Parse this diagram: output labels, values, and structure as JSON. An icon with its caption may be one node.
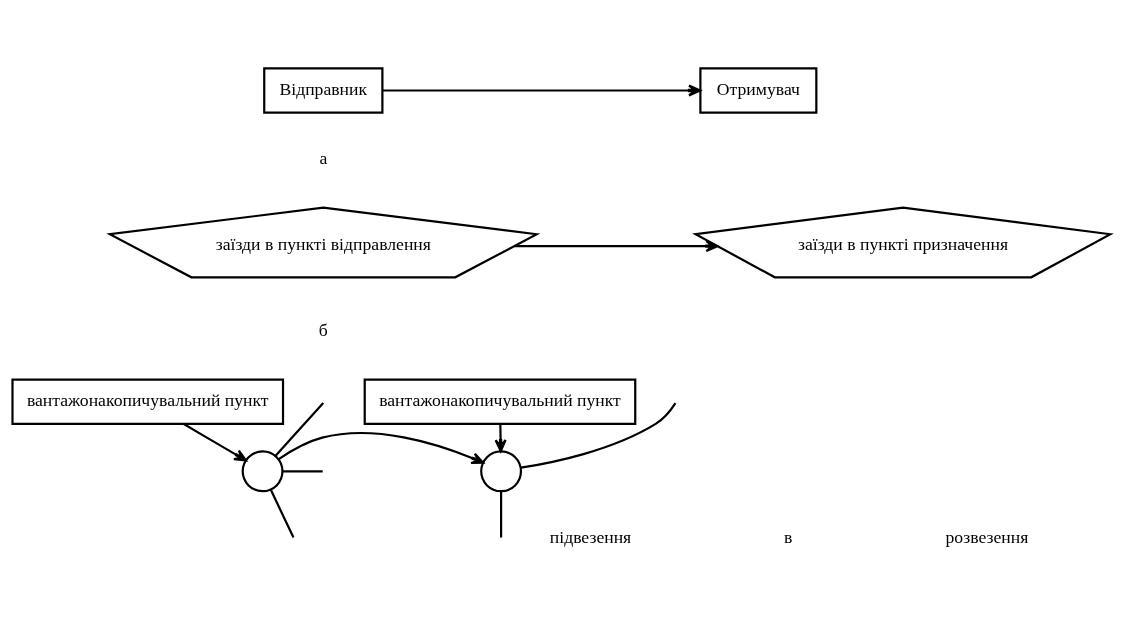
{
  "diagram": {
    "nodes": [
      {
        "text": [
          "Відправник"
        ]
      },
      {
        "text": [
          "Отримувач"
        ]
      },
      {
        "text": [
          "заїзди в пункті відправлення"
        ]
      },
      {
        "text": [
          "заїзди в пункті призначення"
        ]
      },
      {
        "text": [
          "вантажонакопичувальний пункт"
        ]
      },
      {
        "text": [],
        "shape": "circle"
      },
      {
        "text": [
          "вантажонакопичувальний пункт"
        ]
      },
      {
        "text": [],
        "shape": "circle"
      }
    ],
    "edges": [
      {
        "from": 0,
        "to": 1,
        "arrow": "to"
      },
      {
        "from": 2,
        "to": 3,
        "arrow": "to"
      },
      {
        "from": 4,
        "to": 5,
        "arrow": "to"
      },
      {
        "from": 6,
        "to": 7,
        "arrow": "to"
      },
      {
        "from": 5,
        "to": 7,
        "arrow": "to"
      },
      {
        "from": 5,
        "to": null,
        "arrow": "none"
      },
      {
        "from": 5,
        "to": null,
        "arrow": "none"
      },
      {
        "from": 5,
        "to": null,
        "arrow": "none"
      },
      {
        "from": 7,
        "to": null,
        "arrow": "none"
      },
      {
        "from": 7,
        "to": null,
        "arrow": "none"
      }
    ],
    "labels": [
      "а",
      "б",
      "в",
      "підвезення",
      "розвезення"
    ]
  }
}
